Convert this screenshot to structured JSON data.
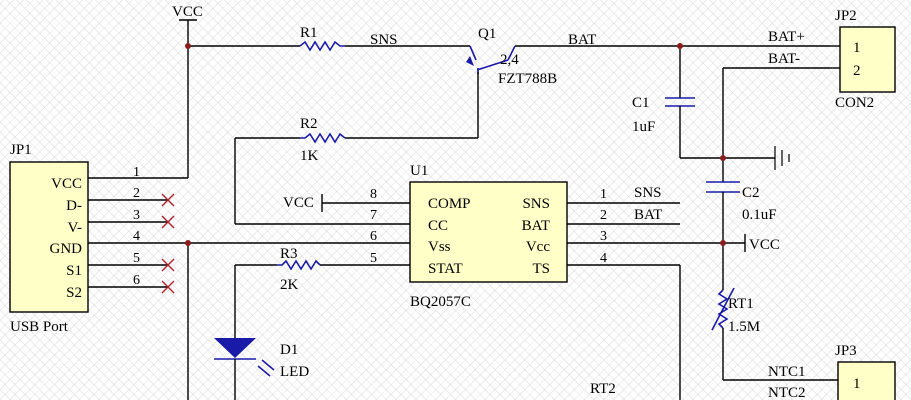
{
  "labels": {
    "vcc_top": "VCC",
    "r1": "R1",
    "sns_top": "SNS",
    "q1": "Q1",
    "q1_pins": "2,4",
    "q1_part": "FZT788B",
    "bat_top": "BAT",
    "jp2": "JP2",
    "bat_plus": "BAT+",
    "bat_minus": "BAT-",
    "jp2_pin1": "1",
    "jp2_pin2": "2",
    "con2": "CON2",
    "c1": "C1",
    "c1_value": "1uF",
    "r2": "R2",
    "r2_value": "1K",
    "jp1": "JP1",
    "u1": "U1",
    "c2": "C2",
    "c2_value": "0.1uF",
    "vcc_left": "VCC",
    "vcc_right": "VCC",
    "r3": "R3",
    "r3_value": "2K",
    "u1_part": "BQ2057C",
    "usb_port": "USB Port",
    "d1": "D1",
    "d1_value": "LED",
    "rt1": "RT1",
    "rt1_value": "1.5M",
    "jp3": "JP3",
    "ntc1": "NTC1",
    "ntc2": "NTC2",
    "jp3_pin1": "1",
    "rt2": "RT2",
    "net_sns": "SNS",
    "net_bat": "BAT"
  },
  "jp1_pins": [
    {
      "name": "VCC",
      "num": "1"
    },
    {
      "name": "D-",
      "num": "2"
    },
    {
      "name": "V-",
      "num": "3"
    },
    {
      "name": "GND",
      "num": "4"
    },
    {
      "name": "S1",
      "num": "5"
    },
    {
      "name": "S2",
      "num": "6"
    }
  ],
  "u1_left_pins": [
    {
      "name": "COMP",
      "num": "8"
    },
    {
      "name": "CC",
      "num": "7"
    },
    {
      "name": "Vss",
      "num": "6"
    },
    {
      "name": "STAT",
      "num": "5"
    }
  ],
  "u1_right_pins": [
    {
      "name": "SNS",
      "num": "1"
    },
    {
      "name": "BAT",
      "num": "2"
    },
    {
      "name": "Vcc",
      "num": "3"
    },
    {
      "name": "TS",
      "num": "4"
    }
  ],
  "colors": {
    "wire": "#000000",
    "component": "#1a1aa8",
    "no_connect": "#b0202a",
    "junction": "#8b1c1c",
    "body_fill": "#ffffc8"
  }
}
